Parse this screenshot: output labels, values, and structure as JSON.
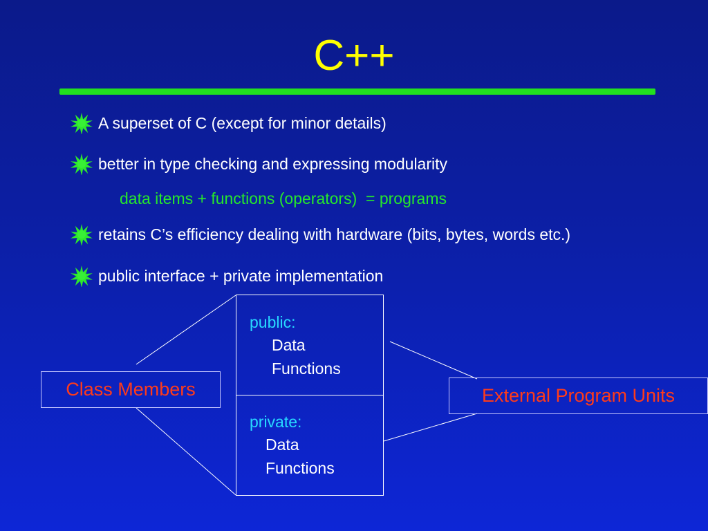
{
  "slide": {
    "title": "C++",
    "bullets": [
      "A superset of C (except for minor details)",
      "better in type checking and expressing modularity",
      " retains C’s efficiency dealing with hardware (bits, bytes, words etc.)",
      "public interface + private implementation"
    ],
    "subline": "data items + functions (operators)  = programs",
    "bullet_icon": "starburst-icon",
    "colors": {
      "background_top": "#0b1a8a",
      "background_bottom": "#0d26d6",
      "title": "#ffff00",
      "rule": "#22e01f",
      "subline": "#26e82a",
      "label": "#ff3b1a",
      "section_head": "#27d9ff"
    }
  },
  "diagram": {
    "left_label": "Class Members",
    "right_label": "External Program Units",
    "public_section": {
      "heading": "public:",
      "items": [
        "Data",
        "Functions"
      ]
    },
    "private_section": {
      "heading": "private:",
      "items": [
        "Data",
        "Functions"
      ]
    }
  }
}
